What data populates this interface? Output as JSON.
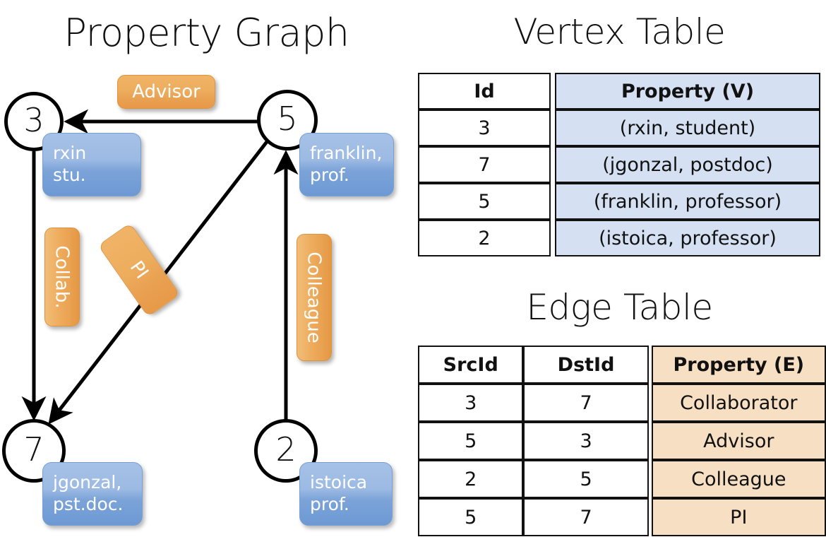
{
  "graph": {
    "title": "Property Graph",
    "nodes": [
      {
        "id": "3",
        "label_line1": "rxin",
        "label_line2": "stu."
      },
      {
        "id": "5",
        "label_line1": "franklin,",
        "label_line2": "prof."
      },
      {
        "id": "7",
        "label_line1": "jgonzal,",
        "label_line2": "pst.doc."
      },
      {
        "id": "2",
        "label_line1": "istoica",
        "label_line2": "prof."
      }
    ],
    "edge_labels": [
      {
        "name": "advisor",
        "text": "Advisor"
      },
      {
        "name": "collab",
        "text": "Collab."
      },
      {
        "name": "pi",
        "text": "PI"
      },
      {
        "name": "colleague",
        "text": "Colleague"
      }
    ],
    "colors": {
      "node_fill": "#ffffff",
      "node_stroke": "#000000",
      "vertex_box": "#7ba3d8",
      "edge_pill": "#eead5e",
      "edge_line": "#000000"
    }
  },
  "vertex_table": {
    "title": "Vertex Table",
    "headers": [
      "Id",
      "Property (V)"
    ],
    "rows": [
      [
        "3",
        "(rxin, student)"
      ],
      [
        "7",
        "(jgonzal, postdoc)"
      ],
      [
        "5",
        "(franklin, professor)"
      ],
      [
        "2",
        "(istoica, professor)"
      ]
    ],
    "header_fill": "#d5e1f2",
    "cell_fill": "#d5e1f2"
  },
  "edge_table": {
    "title": "Edge Table",
    "headers": [
      "SrcId",
      "DstId",
      "Property (E)"
    ],
    "rows": [
      [
        "3",
        "7",
        "Collaborator"
      ],
      [
        "5",
        "3",
        "Advisor"
      ],
      [
        "2",
        "5",
        "Colleague"
      ],
      [
        "5",
        "7",
        "PI"
      ]
    ],
    "header_fill": "#f7dfc4",
    "cell_fill": "#f7dfc4"
  }
}
